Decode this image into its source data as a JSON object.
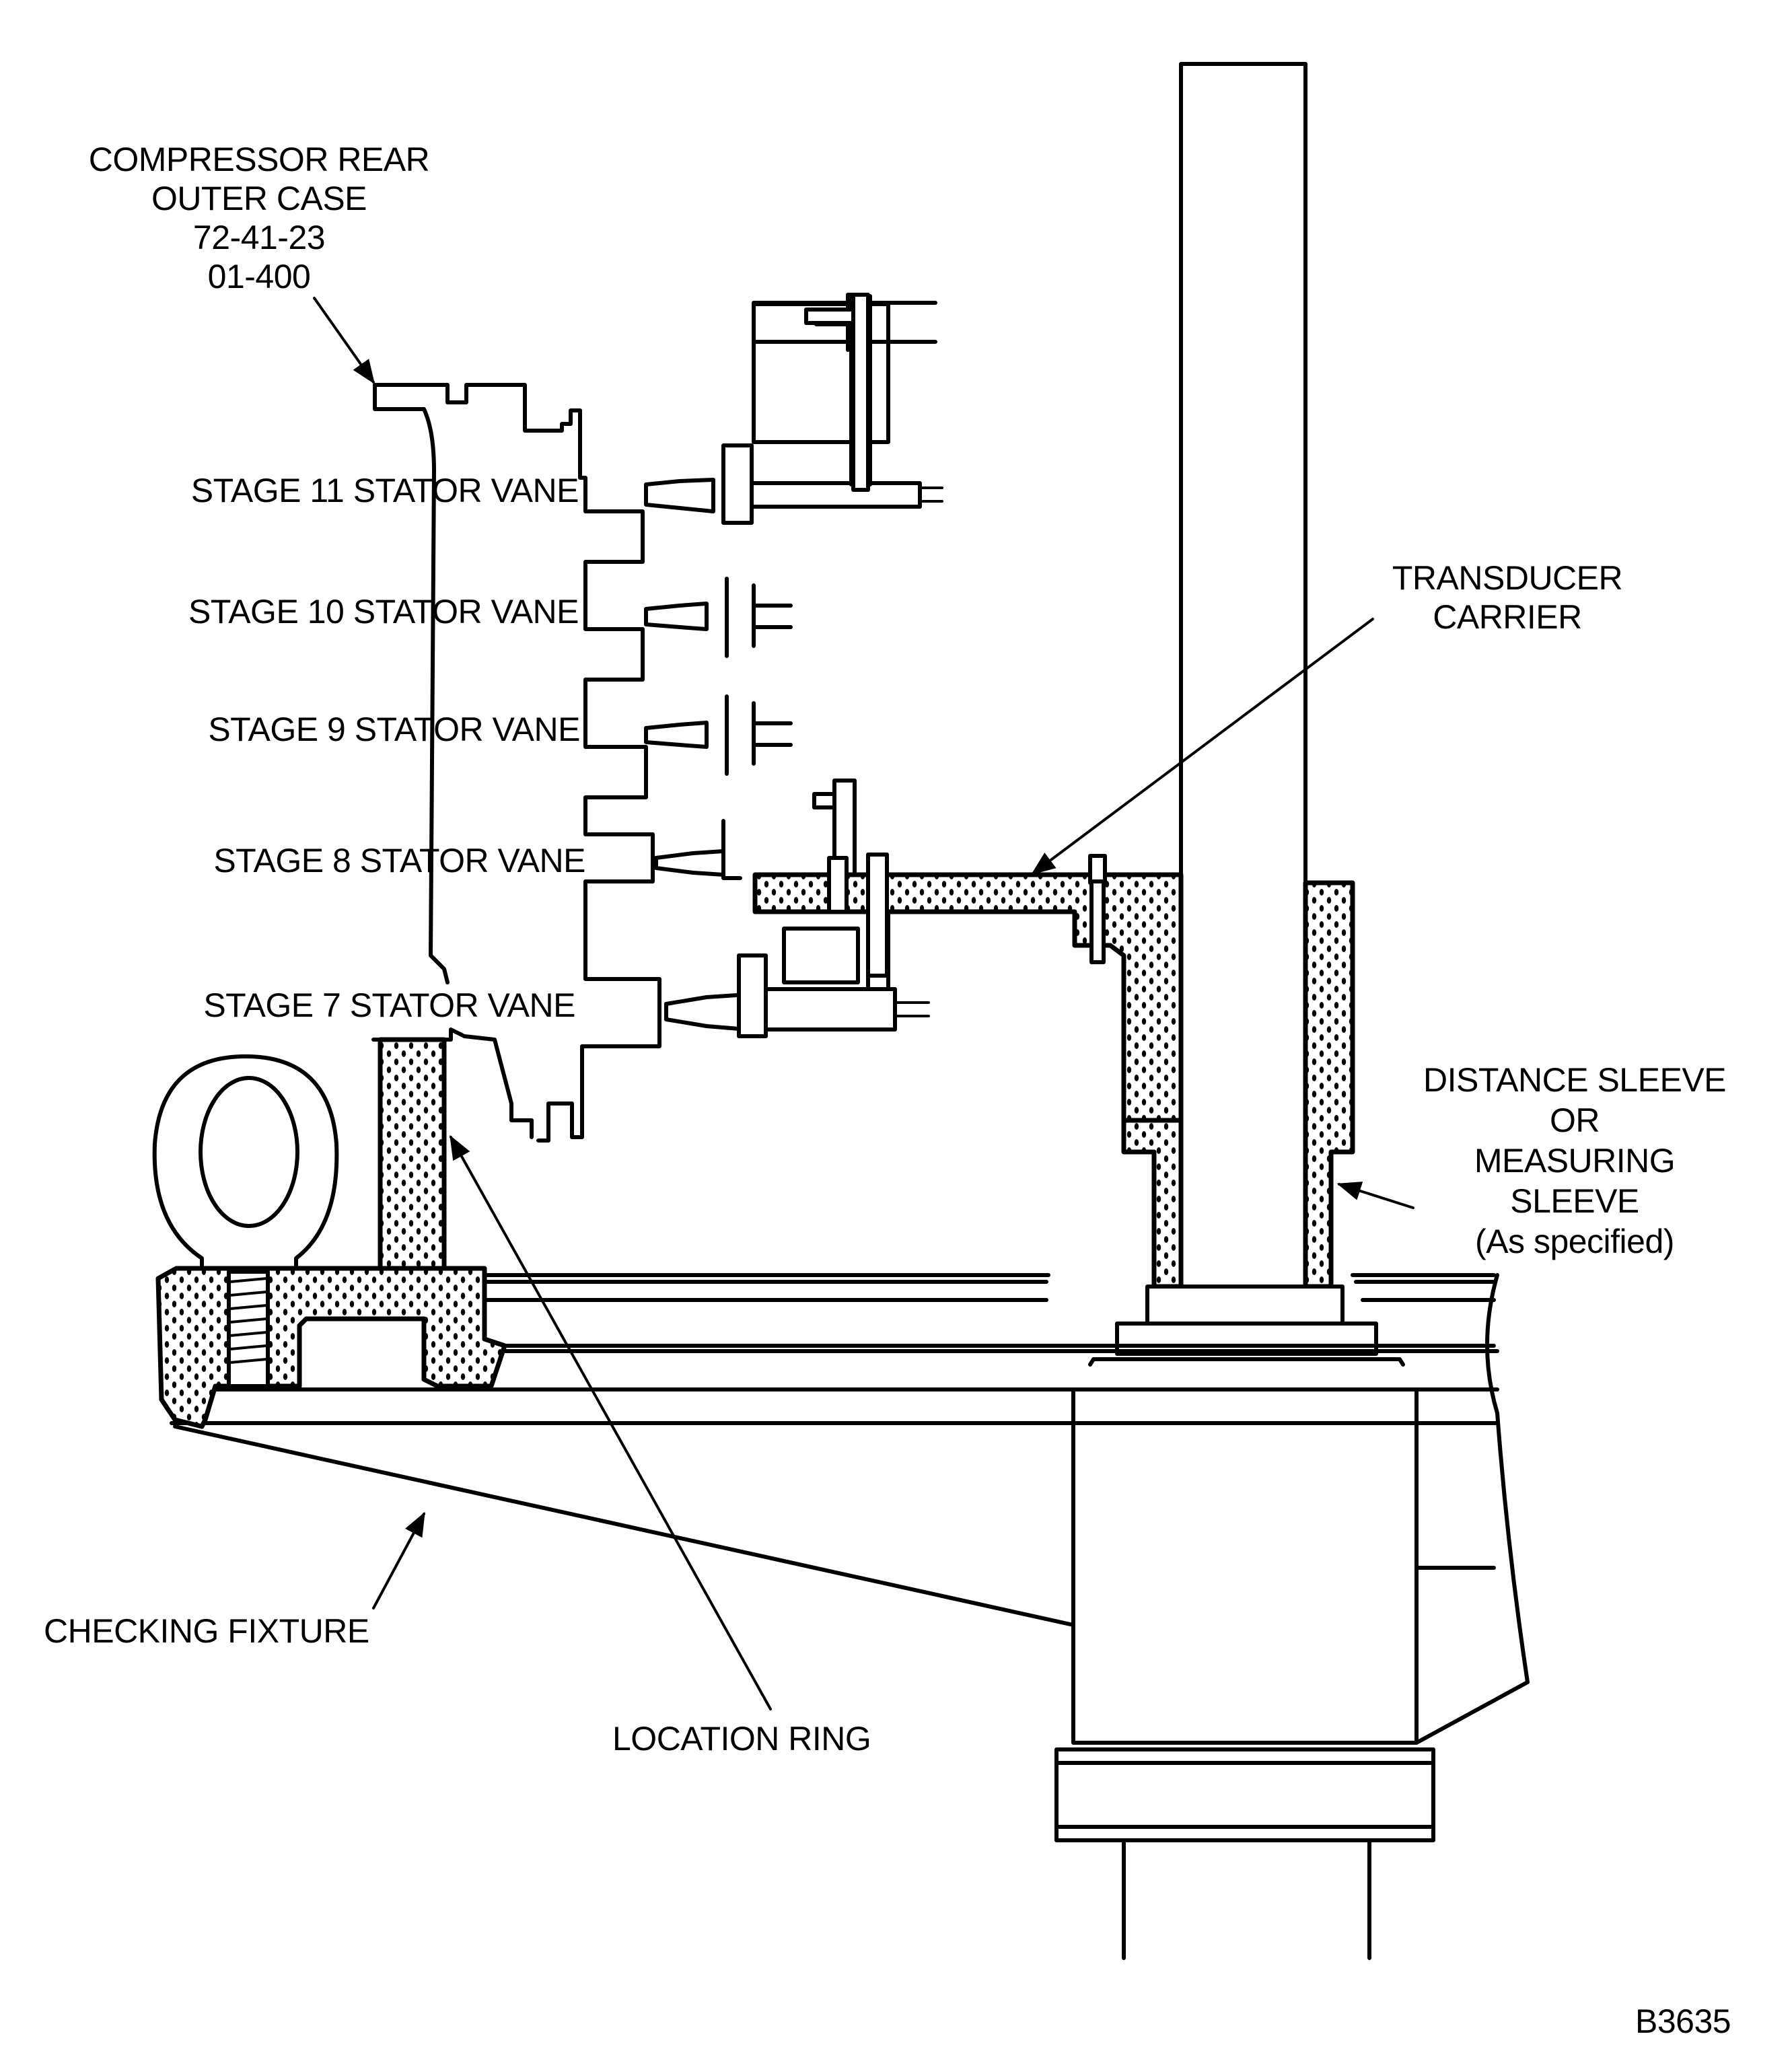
{
  "figure_id": "B3635",
  "labels": {
    "outer_case": [
      "COMPRESSOR REAR",
      "OUTER CASE",
      "72-41-23",
      "01-400"
    ],
    "stage_11": "STAGE 11 STATOR VANE",
    "stage_10": "STAGE 10 STATOR VANE",
    "stage_9": "STAGE 9 STATOR VANE",
    "stage_8": "STAGE 8 STATOR VANE",
    "stage_7": "STAGE 7 STATOR VANE",
    "transducer_carrier": [
      "TRANSDUCER",
      "CARRIER"
    ],
    "sleeve": [
      "DISTANCE SLEEVE",
      "OR",
      "MEASURING",
      "SLEEVE",
      "(As specified)"
    ],
    "checking_fixture": "CHECKING FIXTURE",
    "location_ring": "LOCATION RING"
  }
}
